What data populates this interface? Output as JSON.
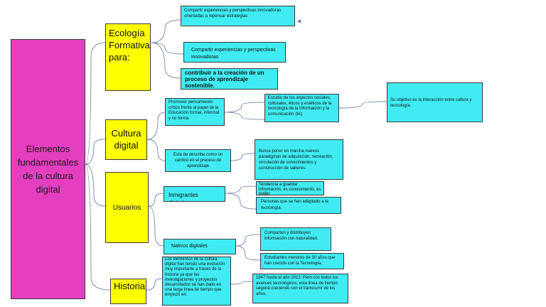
{
  "root": {
    "label": "Elementos fundamentales de la cultura digital"
  },
  "categories": {
    "ecologia": "Ecología Formativa para:",
    "cultura": "Cultura digital",
    "usuarios": "Usuarios",
    "historia": "Historia"
  },
  "ecologia_items": [
    "Compartir experiencias y perspectivas innovadoras orientadas a repensar estrategias",
    "Compartir experiencias y perspectivas innovadoras",
    "contribuir a la creación de un proceso de aprendizaje sostenible."
  ],
  "cultura_items": {
    "promover": "Promover pensamiento crítico frente al papel de la Educación formal, informal y no forma",
    "estudio": "Estudio de los aspectos sociales, culturales, éticos y estéticos de la tecnología de la información y la comunicación (tic)",
    "objetivo": "Su objetivo es la interacción entre cultura y tecnología.",
    "describe": "Esta de describe como un cambio en el proceso de aprendizaje",
    "busca": "Busca poner en marcha nuevos paradigmas de adquisición, recreación, circulación de conocimientos y construcción de saberes."
  },
  "usuarios_items": {
    "inmigrantes": "Inmigrantes digitales",
    "inmigrantes_a": "Tendencia a guardar información, es conocimiento, es poder.",
    "inmigrantes_b": "Personas que se han adaptado a la tecnología.",
    "nativos": "Nativos digitales",
    "nativos_a": "Comparten y distribuyen información con naturalidad.",
    "nativos_b": "Estudiantes menores de 30 años que han crecido con la Tecnología."
  },
  "historia_items": {
    "elementos": "Los elementos de la cultura digital han tenido una evolución muy importante a través de la historia ya que las investigaciones y proyectos desarrollados se han dado en una larga línea de tiempo que empezó en:",
    "anios": "1947 hasta el año 2013. Pero con todos los avances tecnológicos, esta línea de tiempo seguirá creciendo con el transcurrir de los años."
  },
  "colors": {
    "root": "#e33fbf",
    "category": "#ffff00",
    "leaf": "#40ecf2",
    "connector": "#7f8fb5"
  }
}
